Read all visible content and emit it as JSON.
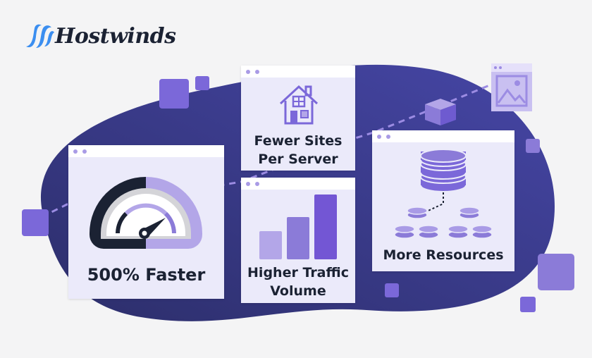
{
  "brand": {
    "name": "Hostwinds",
    "logo_color": "#3b8ef0"
  },
  "colors": {
    "background": "#f4f4f5",
    "blob": "#34377f",
    "card": "#ebeafa",
    "accent": "#7b68d9",
    "accent_light": "#b3a6e8",
    "text": "#1b2233"
  },
  "cards": {
    "speed": {
      "label": "500% Faster",
      "icon": "speedometer-icon"
    },
    "sites": {
      "label_line1": "Fewer Sites",
      "label_line2": "Per Server",
      "icon": "house-icon"
    },
    "traffic": {
      "label_line1": "Higher Traffic",
      "label_line2": "Volume",
      "icon": "bar-chart-icon"
    },
    "resources": {
      "label": "More Resources",
      "icon": "database-icon"
    }
  }
}
